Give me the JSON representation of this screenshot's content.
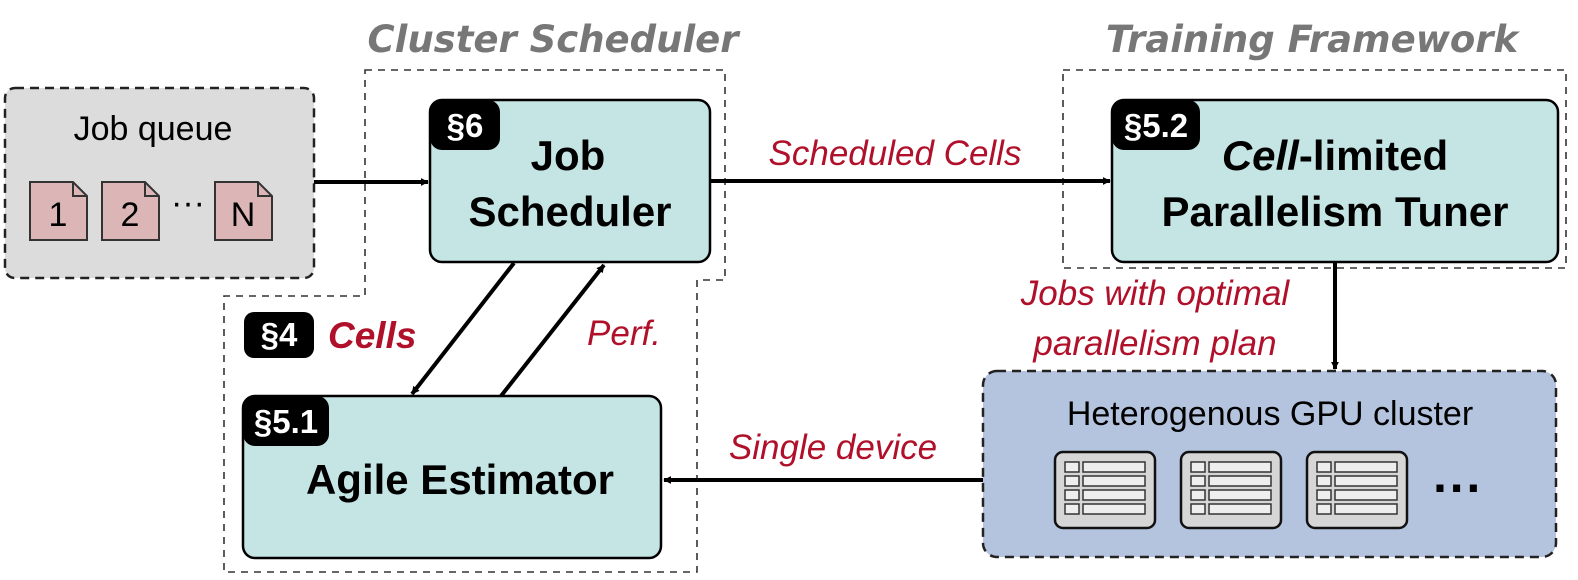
{
  "groups": {
    "cluster_scheduler": "Cluster Scheduler",
    "training_framework": "Training Framework"
  },
  "job_queue": {
    "label": "Job queue",
    "docs": [
      "1",
      "2",
      "N"
    ],
    "ellipsis": "···"
  },
  "job_scheduler": {
    "badge": "§6",
    "line1": "Job",
    "line2": "Scheduler"
  },
  "tuner": {
    "badge": "§5.2",
    "line1_italic": "Cell",
    "line1_rest": "-limited",
    "line2": "Parallelism Tuner"
  },
  "cells": {
    "badge": "§4",
    "label": "Cells"
  },
  "estimator": {
    "badge": "§5.1",
    "label": "Agile Estimator"
  },
  "gpu_cluster": {
    "label": "Heterogenous GPU cluster",
    "ellipsis": "···"
  },
  "edges": {
    "scheduled_cells": "Scheduled Cells",
    "jobs_plan_line1": "Jobs with optimal",
    "jobs_plan_line2": "parallelism plan",
    "perf": "Perf.",
    "single_device": "Single device"
  },
  "colors": {
    "box_fill": "#c5e4e4",
    "queue_fill": "#dcdcdc",
    "doc_fill": "#dcb6b6",
    "gpu_fill": "#b4c4de",
    "accent_red": "#b0102a",
    "badge": "#000000"
  }
}
